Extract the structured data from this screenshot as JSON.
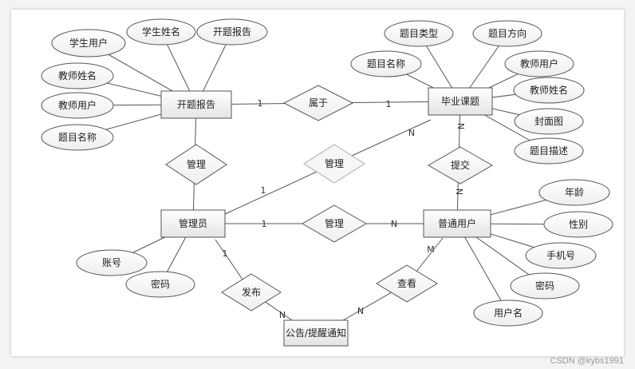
{
  "entities": {
    "report": "开题报告",
    "topic": "毕业课题",
    "admin": "管理员",
    "user": "普通用户",
    "notice": "公告/提醒通知"
  },
  "attributes": {
    "report": [
      "学生用户",
      "学生姓名",
      "开题报告",
      "教师姓名",
      "教师用户",
      "题目名称"
    ],
    "topic": [
      "题目类型",
      "题目方向",
      "题目名称",
      "教师用户",
      "教师姓名",
      "封面图",
      "题目描述"
    ],
    "admin": [
      "账号",
      "密码"
    ],
    "user": [
      "年龄",
      "性别",
      "手机号",
      "密码",
      "用户名"
    ]
  },
  "relationships": {
    "belongs": "属于",
    "manage_report": "管理",
    "manage_topic": "管理",
    "submit": "提交",
    "manage_user": "管理",
    "publish": "发布",
    "view": "查看"
  },
  "cardinalities": {
    "report_belongs": "1",
    "belongs_topic": "1",
    "admin_manage_topic": "1",
    "manage_topic_topic": "N",
    "topic_submit": "N",
    "submit_user": "N",
    "admin_manage_user": "1",
    "manage_user_user": "N",
    "admin_publish": "1",
    "publish_notice": "N",
    "view_notice": "N",
    "user_view": "M"
  },
  "watermark": "CSDN @kybs1991"
}
